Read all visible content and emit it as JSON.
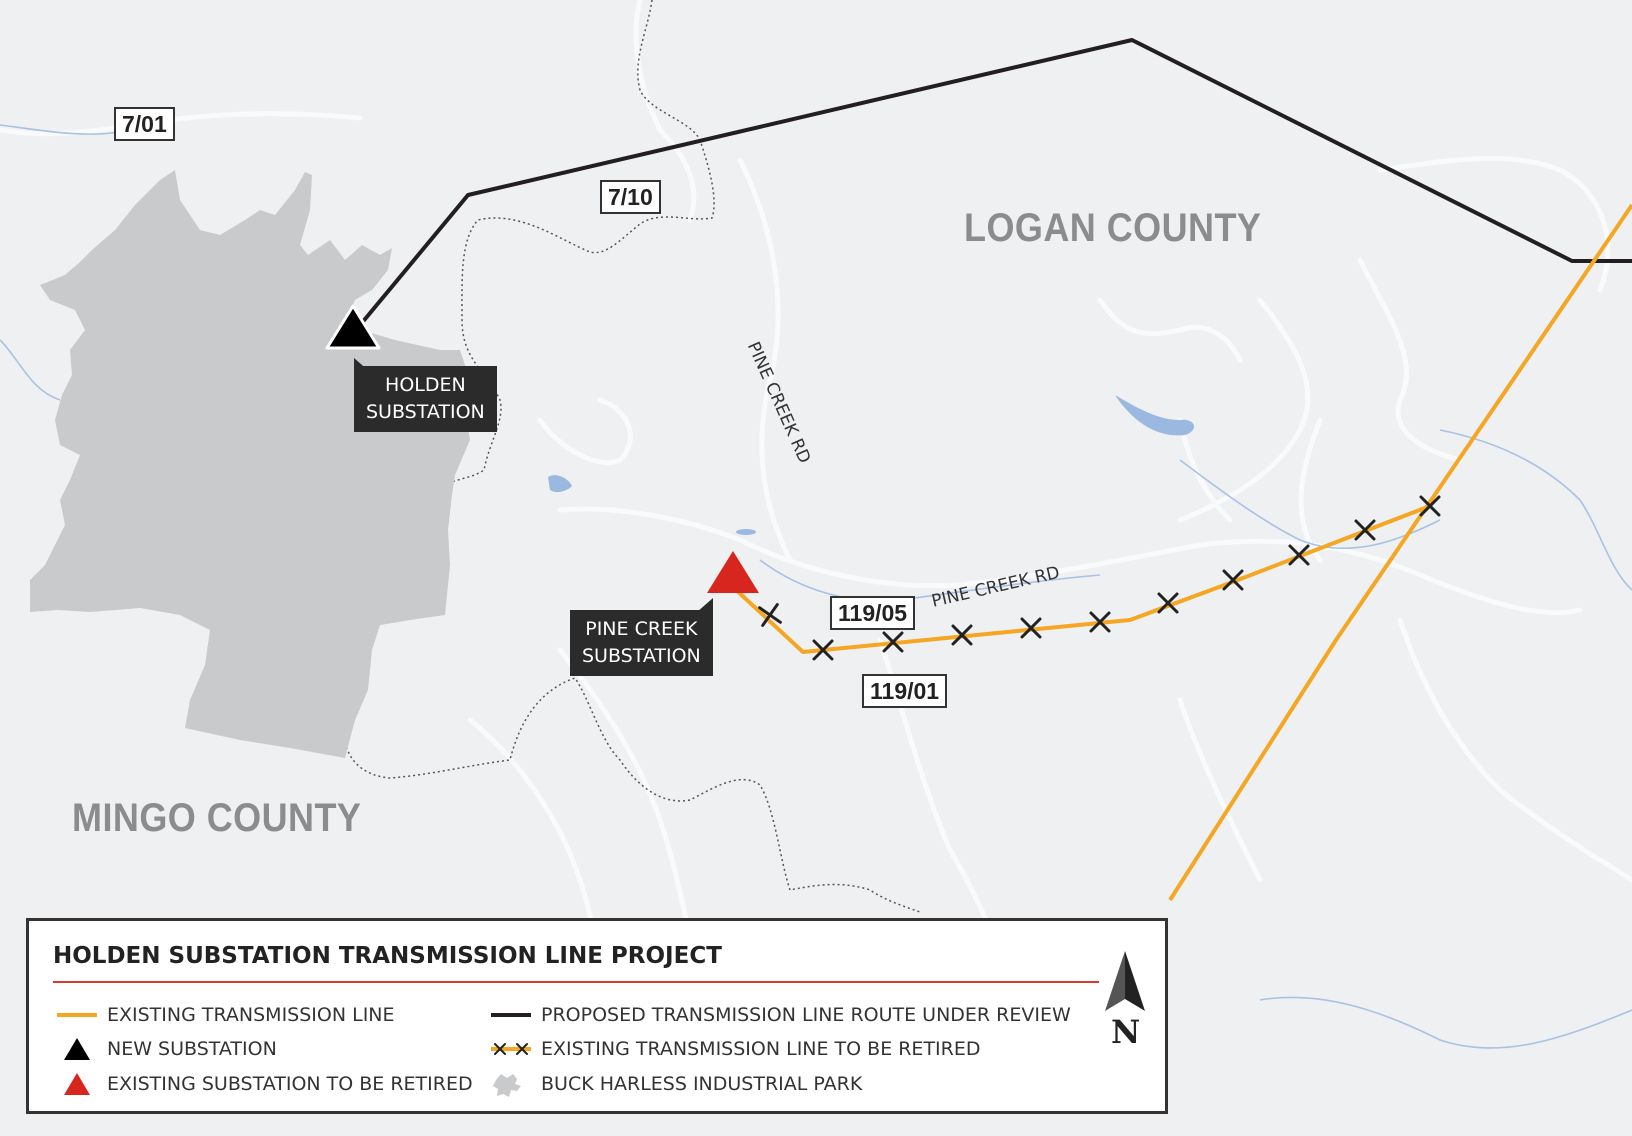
{
  "counties": {
    "logan": "LOGAN COUNTY",
    "mingo": "MINGO COUNTY"
  },
  "route_shields": {
    "r701": "7/01",
    "r710": "7/10",
    "r11905": "119/05",
    "r11901": "119/01"
  },
  "road_labels": {
    "pine_creek_vertical": "PINE CREEK RD",
    "pine_creek_horizontal": "PINE CREEK RD"
  },
  "substations": {
    "holden": {
      "line1": "HOLDEN",
      "line2": "SUBSTATION"
    },
    "pine_creek": {
      "line1": "PINE CREEK",
      "line2": "SUBSTATION"
    }
  },
  "legend": {
    "title": "HOLDEN SUBSTATION TRANSMISSION LINE PROJECT",
    "items": {
      "existing_line": "EXISTING TRANSMISSION LINE",
      "new_substation": "NEW SUBSTATION",
      "retired_substation": "EXISTING SUBSTATION TO BE RETIRED",
      "proposed_route": "PROPOSED TRANSMISSION LINE ROUTE UNDER REVIEW",
      "retired_line": "EXISTING TRANSMISSION LINE TO BE RETIRED",
      "industrial_park": "BUCK HARLESS INDUSTRIAL PARK"
    },
    "north_label": "N"
  },
  "colors": {
    "background": "#eef0f2",
    "industrial_park": "#c8cacc",
    "existing_line": "#f5a623",
    "proposed_line": "#231f20",
    "new_substation": "#000000",
    "retired_substation": "#d7261e",
    "callout_bg": "#2b2b2b",
    "water": "#9bb8e0",
    "legend_rule": "#d73a2e"
  }
}
